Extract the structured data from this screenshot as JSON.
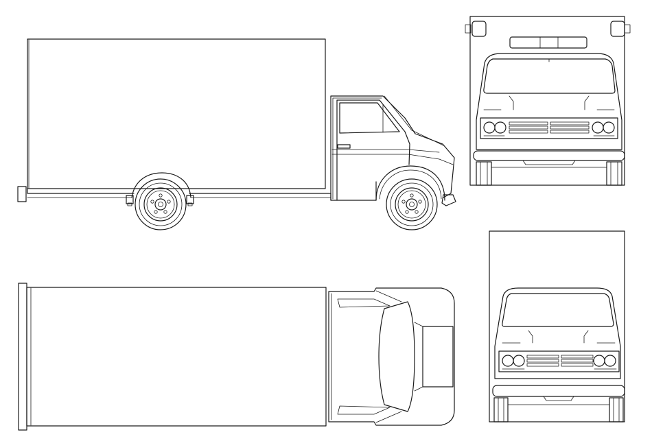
{
  "drawing": {
    "stroke_color": "#1a1a1a",
    "background_color": "#ffffff",
    "views": [
      {
        "id": "side",
        "icon": "truck-side-view-icon"
      },
      {
        "id": "front",
        "icon": "truck-front-view-icon"
      },
      {
        "id": "top",
        "icon": "truck-top-view-icon"
      },
      {
        "id": "rear",
        "icon": "truck-rear-view-icon"
      }
    ]
  }
}
